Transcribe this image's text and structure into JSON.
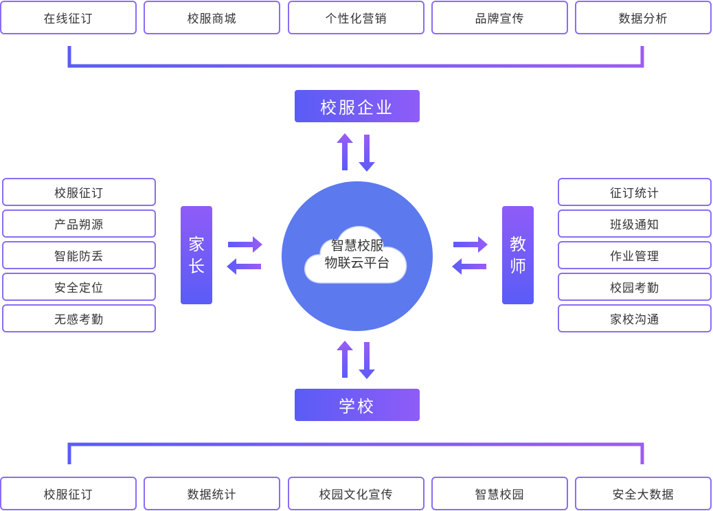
{
  "top_items": [
    "在线征订",
    "校服商城",
    "个性化营销",
    "品牌宣传",
    "数据分析"
  ],
  "bottom_items": [
    "校服征订",
    "数据统计",
    "校园文化宣传",
    "智慧校园",
    "安全大数据"
  ],
  "left_items": [
    "校服征订",
    "产品朔源",
    "智能防丢",
    "安全定位",
    "无感考勤"
  ],
  "right_items": [
    "征订统计",
    "班级通知",
    "作业管理",
    "校园考勤",
    "家校沟通"
  ],
  "center": {
    "line1": "智慧校服",
    "line2": "物联云平台"
  },
  "nodes": {
    "top": "校服企业",
    "bottom": "学校",
    "left_1": "家",
    "left_2": "长",
    "right_1": "教",
    "right_2": "师"
  },
  "colors": {
    "accent_blue": "#5a5cf6",
    "accent_purple": "#8f5cf7",
    "circle": "#5c79ee"
  }
}
